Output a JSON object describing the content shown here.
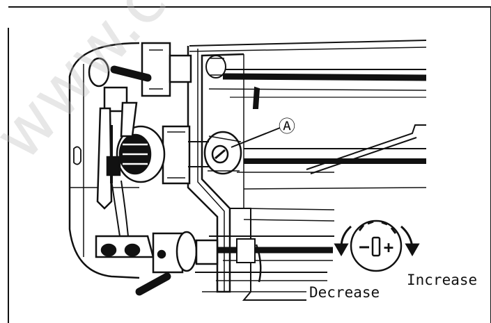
{
  "figure": {
    "callout_label": "Ⓐ",
    "decrease_label": "Decrease",
    "increase_label": "Increase",
    "dial": {
      "minus_sign": "−",
      "plus_sign": "+"
    },
    "watermark": "www.car"
  },
  "colors": {
    "ink": "#111111",
    "paper": "#ffffff",
    "watermark": "#b9b9b9"
  }
}
